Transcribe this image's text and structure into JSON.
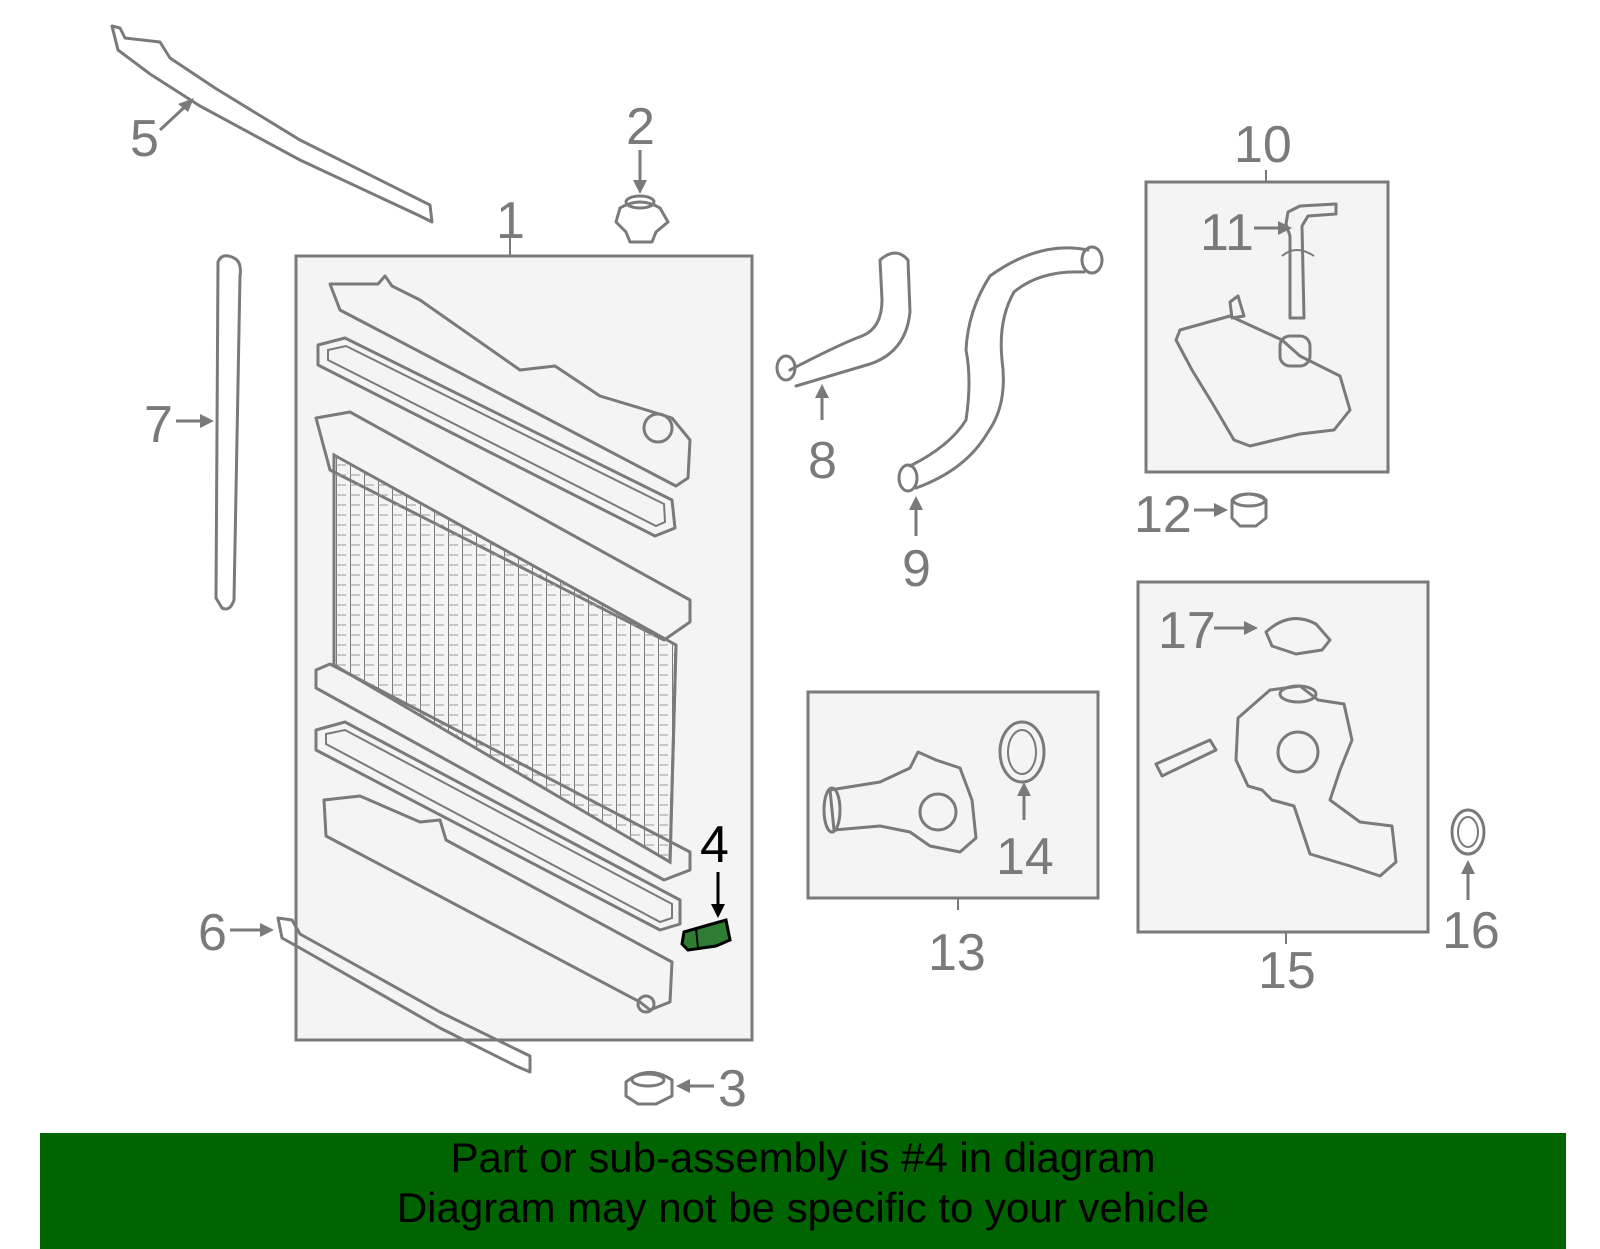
{
  "labels": {
    "p1": "1",
    "p2": "2",
    "p3": "3",
    "p4": "4",
    "p5": "5",
    "p6": "6",
    "p7": "7",
    "p8": "8",
    "p9": "9",
    "p10": "10",
    "p11": "11",
    "p12": "12",
    "p13": "13",
    "p14": "14",
    "p15": "15",
    "p16": "16",
    "p17": "17"
  },
  "highlight_part": "4",
  "colors": {
    "line": "#7a7a7a",
    "highlight": "#2e7d32",
    "banner": "#006400"
  },
  "banner": {
    "line1": "Part or sub-assembly is #4 in diagram",
    "line2": "Diagram may not be specific to your vehicle"
  }
}
